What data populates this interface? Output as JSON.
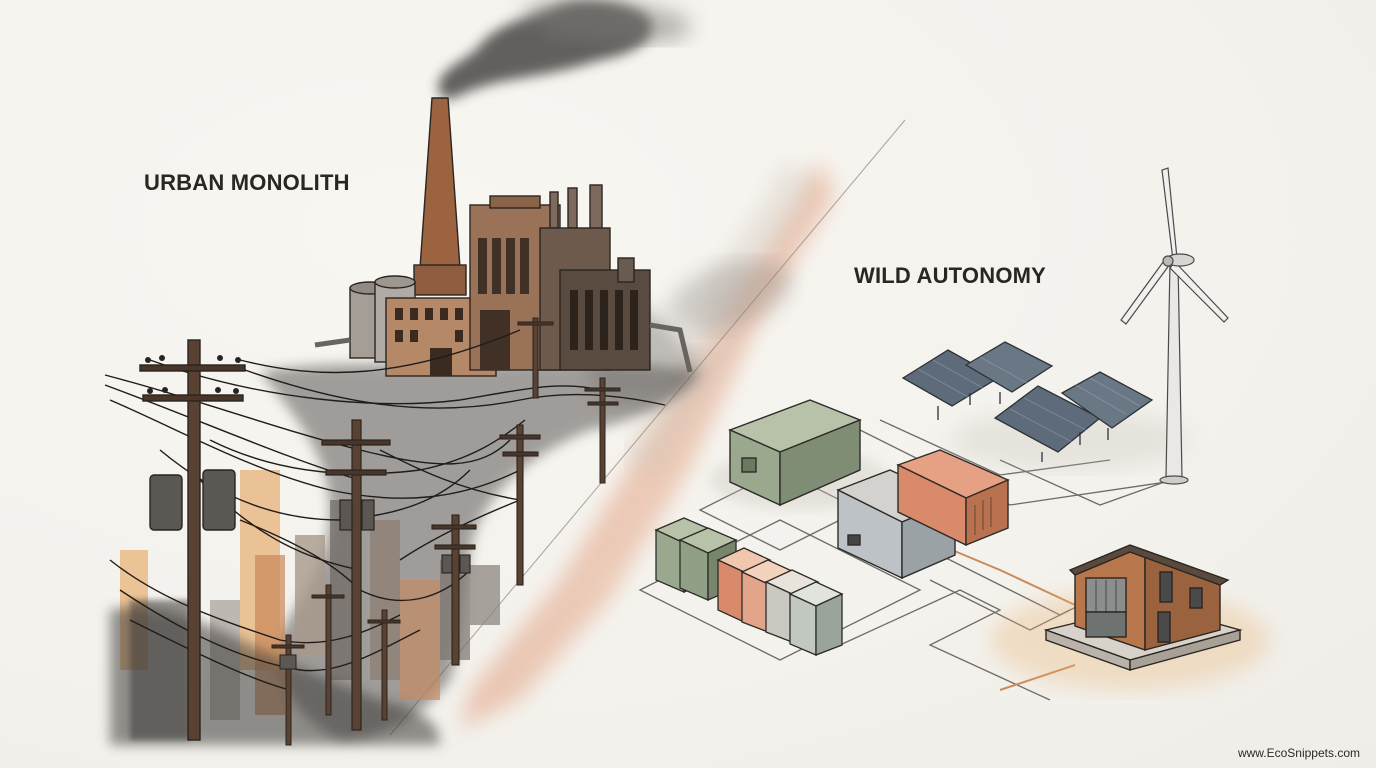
{
  "labels": {
    "left": "URBAN MONOLITH",
    "right": "WILD AUTONOMY"
  },
  "watermark": "www.EcoSnippets.com",
  "colors": {
    "ink": "#2a2623",
    "brick": "#a8724f",
    "smoke": "#4a4744",
    "solar_panel": "#5d6b7a",
    "generator_green": "#9aa88e",
    "battery_orange": "#d98a6b",
    "house_brick": "#b8764c",
    "wash_ochre": "#e9b77c"
  },
  "icons": [
    "factory-illustration",
    "smokestack-icon",
    "utility-pole-icon",
    "city-skyline-illustration",
    "solar-panel-icon",
    "wind-turbine-icon",
    "generator-icon",
    "battery-bank-icon",
    "house-icon"
  ]
}
